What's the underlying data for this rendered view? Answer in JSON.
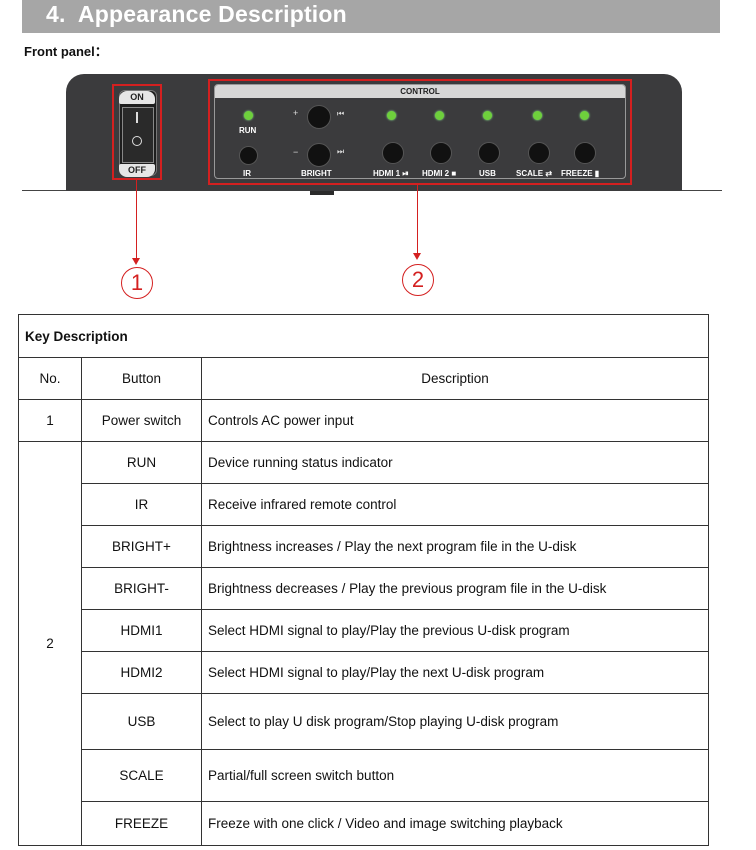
{
  "section": {
    "title": "4.  Appearance Description"
  },
  "front_panel_label": "Front panel：",
  "device": {
    "switch": {
      "on": "ON",
      "off": "OFF",
      "i": "I",
      "o": "O"
    },
    "control_title": "CONTROL",
    "labels": {
      "run": "RUN",
      "ir": "IR",
      "plus": "+",
      "minus": "−",
      "bright": "BRIGHT",
      "hdmi1": "HDMI 1",
      "hdmi2": "HDMI 2",
      "usb": "USB",
      "scale": "SCALE",
      "freeze": "FREEZE"
    },
    "symbols": {
      "prev": "⏮",
      "next": "⏭",
      "playpause": "⏯",
      "stop": "■",
      "scale_icon": "⇄",
      "freeze_icon": "▮"
    },
    "led_color": "#6ed03c"
  },
  "callouts": [
    "1",
    "2"
  ],
  "key_table": {
    "title": "Key Description",
    "headers": {
      "no": "No.",
      "button": "Button",
      "description": "Description"
    },
    "rows": [
      {
        "no": "1",
        "button": "Power switch",
        "description": "Controls AC power input"
      },
      {
        "no": "2",
        "button": "RUN",
        "description": "Device running status indicator"
      },
      {
        "no": "",
        "button": "IR",
        "description": "Receive infrared remote control"
      },
      {
        "no": "",
        "button": "BRIGHT+",
        "description": "Brightness increases / Play the next program file in the U-disk"
      },
      {
        "no": "",
        "button": "BRIGHT-",
        "description": "Brightness decreases / Play the previous program file in the U-disk"
      },
      {
        "no": "",
        "button": "HDMI1",
        "description": "Select HDMI signal to play/Play the previous U-disk program"
      },
      {
        "no": "",
        "button": "HDMI2",
        "description": "Select HDMI signal to play/Play the next U-disk program"
      },
      {
        "no": "",
        "button": "USB",
        "description": "Select to play U disk program/Stop playing U-disk program"
      },
      {
        "no": "",
        "button": "SCALE",
        "description": "Partial/full screen switch button"
      },
      {
        "no": "",
        "button": "FREEZE",
        "description": "Freeze with one click / Video and image switching playback"
      }
    ]
  }
}
